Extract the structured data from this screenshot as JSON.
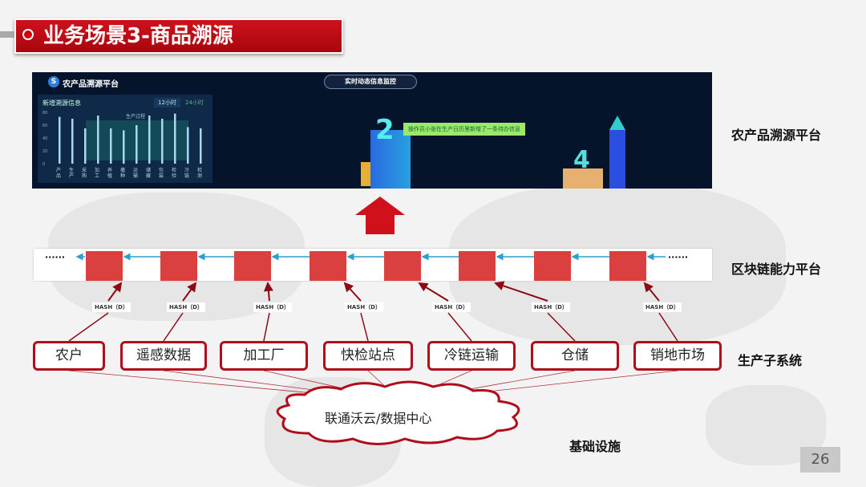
{
  "title": "业务场景3-商品溯源",
  "screen": {
    "app_title": "农产品溯源平台",
    "center_tab": "实时动态信息监控",
    "panel_title": "新增溯源信息",
    "tab_12h": "12小时",
    "tab_24h": "24小时",
    "chart_caption": "生产过程",
    "notification": "操作员小张在生产日历里新增了一条待办信息",
    "building_numbers": [
      "2",
      "4"
    ]
  },
  "chart_data": {
    "type": "bar",
    "yticks": [
      "80",
      "60",
      "40",
      "20",
      "0"
    ],
    "ylim": [
      0,
      80
    ],
    "categories": [
      "产品",
      "生产",
      "采购",
      "加工",
      "养殖",
      "播种",
      "运输",
      "储藏",
      "包装",
      "检验",
      "冷链",
      "检测"
    ],
    "values": [
      73,
      70,
      55,
      75,
      55,
      52,
      60,
      75,
      70,
      78,
      57,
      55
    ]
  },
  "layers": {
    "platform": "农产品溯源平台",
    "blockchain": "区块链能力平台",
    "production": "生产子系统",
    "infra": "基础设施"
  },
  "chain": {
    "ellipsis_left": "······",
    "ellipsis_right": "······",
    "hash_label": "HASH（D）"
  },
  "subsystems": [
    "农户",
    "遥感数据",
    "加工厂",
    "快检站点",
    "冷链运输",
    "仓储",
    "销地市场"
  ],
  "cloud": "联通沃云/数据中心",
  "page_number": "26",
  "colors": {
    "accent": "#c8101b",
    "block": "#d9403f",
    "chain_arrow": "#2aa0d0",
    "screen_bg": "#06142b"
  }
}
